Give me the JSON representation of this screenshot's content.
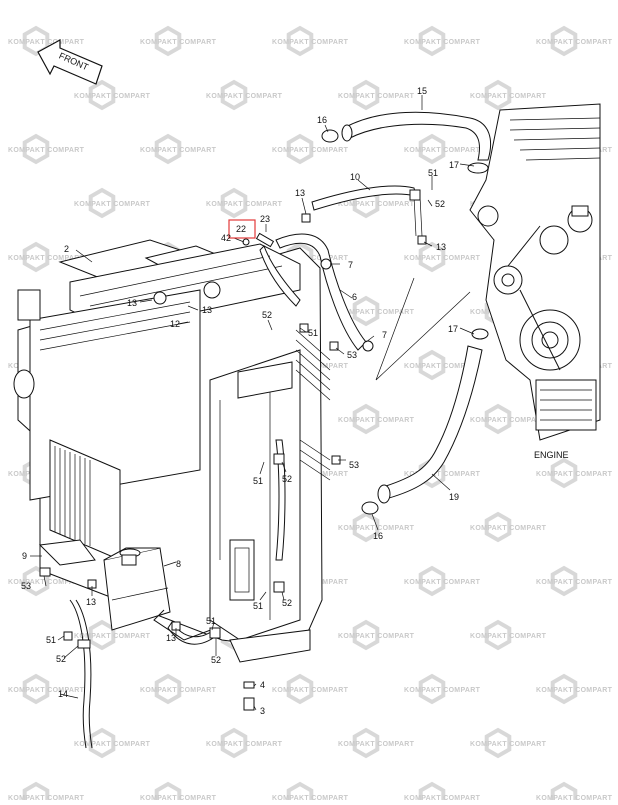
{
  "diagram": {
    "front_label": "FRONT",
    "engine_label": "ENGINE",
    "highlighted_callout": "22",
    "highlight_color": "#e23a3a",
    "watermark_text": "KOMPAKT COMPART",
    "callouts": {
      "c15": "15",
      "c16a": "16",
      "c17a": "17",
      "c10": "10",
      "c51a": "51",
      "c52a": "52",
      "c13a": "13",
      "c13b": "13",
      "c2": "2",
      "c23": "23",
      "c42": "42",
      "c7a": "7",
      "c13c": "13",
      "c13d": "13",
      "c12": "12",
      "c6": "6",
      "c52b": "52",
      "c51b": "51",
      "c7b": "7",
      "c17b": "17",
      "c53a": "53",
      "c51c": "51",
      "c52c": "52",
      "c53b": "53",
      "c19": "19",
      "c16b": "16",
      "c9": "9",
      "c8": "8",
      "c53c": "53",
      "c13e": "13",
      "c51d": "51",
      "c52d": "52",
      "c13f": "13",
      "c51e": "51",
      "c52e": "52",
      "c51f": "51",
      "c52f": "52",
      "c4": "4",
      "c3": "3",
      "c14": "14"
    }
  }
}
